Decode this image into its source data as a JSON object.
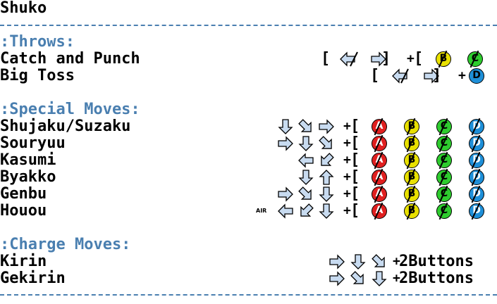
{
  "title": "Shuko",
  "colors": {
    "section": "#4a7fb0",
    "btn_a": "#e02020",
    "btn_b": "#e8e000",
    "btn_c": "#2ecc2e",
    "btn_d": "#1e8fd8"
  },
  "sections": {
    "throws": ":Throws:",
    "special": ":Special Moves:",
    "charge": ":Charge Moves:"
  },
  "throws": [
    {
      "name": "Catch and Punch",
      "inputs": [
        "bracket-left",
        "back-arrow-icon",
        "forward-arrow-icon",
        "bracket-right",
        "plus",
        "bracket-left",
        "B",
        "C"
      ]
    },
    {
      "name": "Big Toss",
      "inputs": [
        "bracket-left",
        "back-arrow-icon",
        "forward-arrow-icon",
        "bracket-right",
        "plus",
        "D"
      ]
    }
  ],
  "special": [
    {
      "name": "Shujaku/Suzaku",
      "motion": [
        "down",
        "down-forward",
        "forward"
      ]
    },
    {
      "name": "Souryuu",
      "motion": [
        "forward",
        "down",
        "down-forward"
      ]
    },
    {
      "name": "Kasumi",
      "motion": [
        "back",
        "down-back"
      ]
    },
    {
      "name": "Byakko",
      "motion": [
        "down",
        "up"
      ]
    },
    {
      "name": "Genbu",
      "motion": [
        "forward",
        "down-forward",
        "down"
      ]
    },
    {
      "name": "Houou",
      "air_label": "AIR",
      "motion": [
        "back",
        "down-back",
        "down"
      ]
    }
  ],
  "buttons": [
    "A",
    "B",
    "C",
    "D"
  ],
  "charge": [
    {
      "name": "Kirin",
      "motion": [
        "forward",
        "down",
        "down-forward"
      ],
      "suffix": "2Buttons"
    },
    {
      "name": "Gekirin",
      "motion": [
        "forward",
        "down-forward",
        "down"
      ],
      "suffix": "2Buttons"
    }
  ],
  "plus_sign": "+",
  "bracket_open": "[",
  "bracket_close": "]"
}
